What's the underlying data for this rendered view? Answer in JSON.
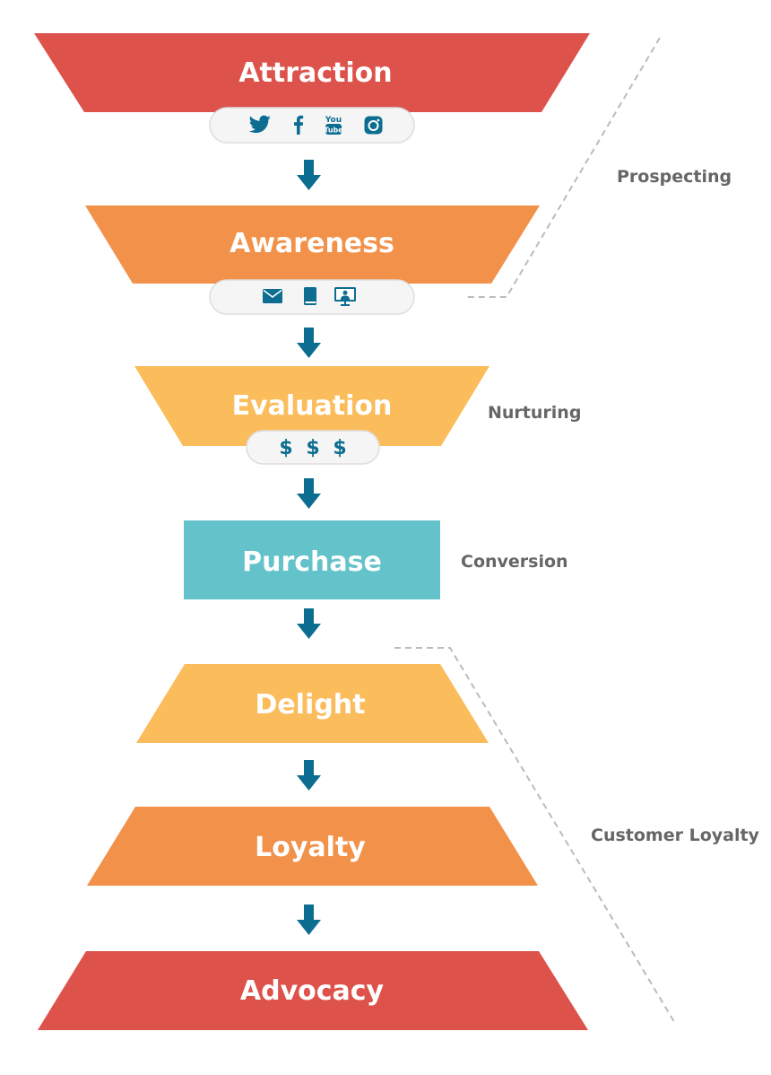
{
  "colors": {
    "red": "#dd524b",
    "orange": "#f2914a",
    "yellow": "#fbbc5c",
    "teal": "#64c2ca",
    "arrow": "#0c6d91",
    "icon": "#0c6d91",
    "label": "#666666",
    "dash": "#bbbbbb",
    "pill_fill": "#f5f5f5",
    "pill_stroke": "#dddddd"
  },
  "stages": [
    {
      "id": "attraction",
      "label": "Attraction",
      "color": "red",
      "icons": [
        "twitter-icon",
        "facebook-icon",
        "youtube-icon",
        "instagram-icon"
      ]
    },
    {
      "id": "awareness",
      "label": "Awareness",
      "color": "orange",
      "icons": [
        "mail-icon",
        "book-icon",
        "webinar-icon"
      ]
    },
    {
      "id": "evaluation",
      "label": "Evaluation",
      "color": "yellow",
      "icons": [
        "dollar-icon",
        "dollar-icon",
        "dollar-icon"
      ],
      "pill_text": [
        "$",
        "$",
        "$"
      ]
    },
    {
      "id": "purchase",
      "label": "Purchase",
      "color": "teal",
      "icons": []
    },
    {
      "id": "delight",
      "label": "Delight",
      "color": "yellow",
      "icons": []
    },
    {
      "id": "loyalty",
      "label": "Loyalty",
      "color": "orange",
      "icons": []
    },
    {
      "id": "advocacy",
      "label": "Advocacy",
      "color": "red",
      "icons": []
    }
  ],
  "side_labels": {
    "prospecting": "Prospecting",
    "nurturing": "Nurturing",
    "conversion": "Conversion",
    "customer_loyalty": "Customer Loyalty"
  }
}
